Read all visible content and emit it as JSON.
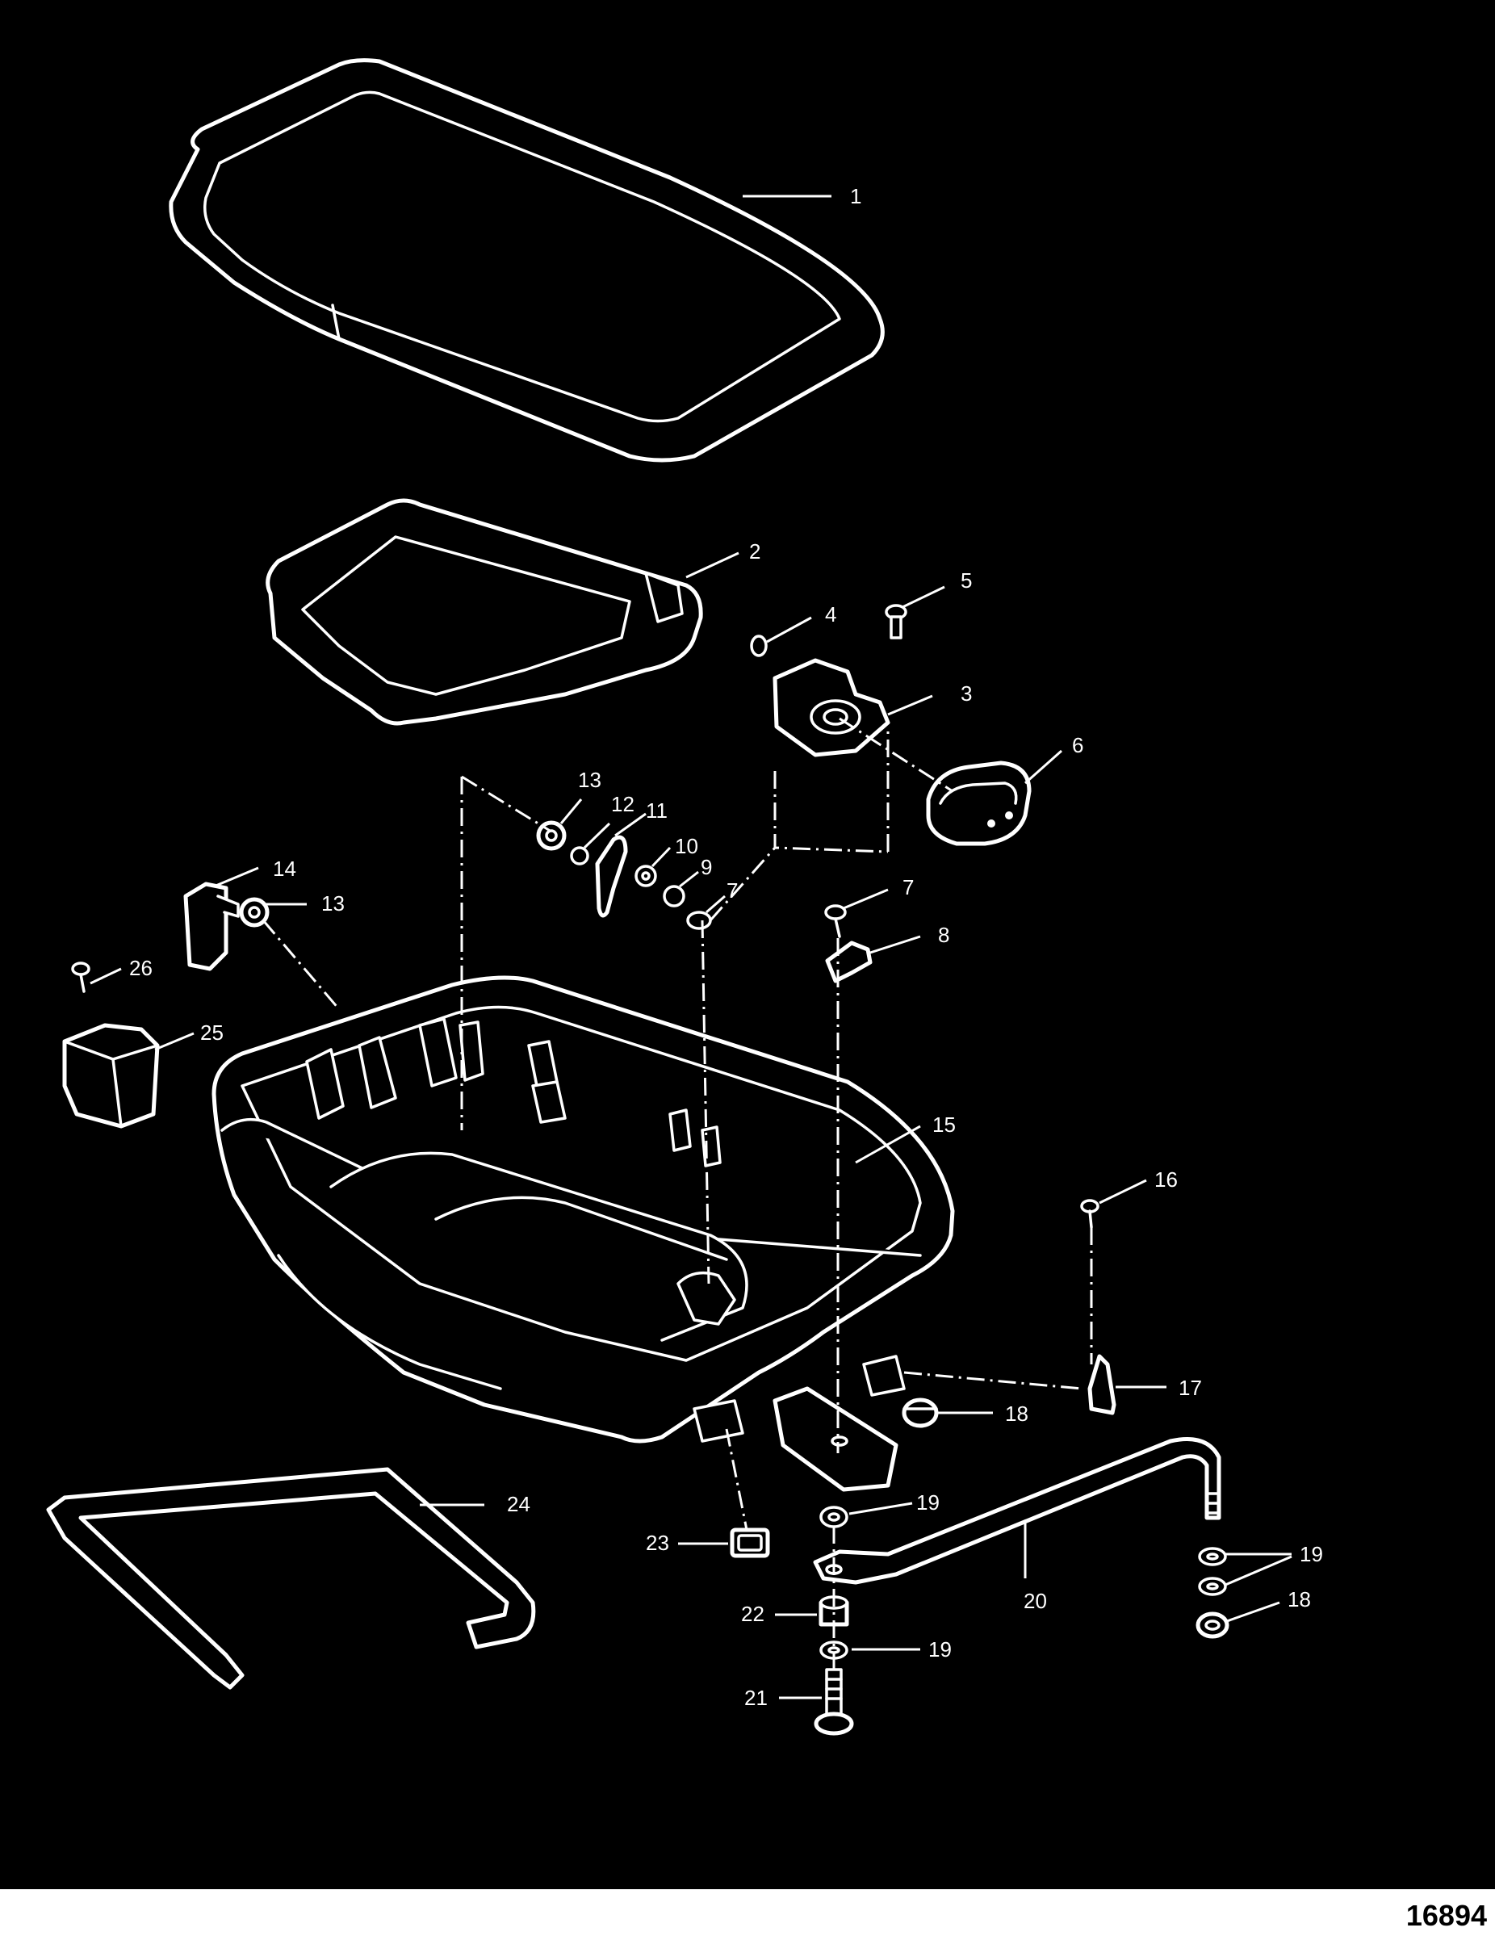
{
  "callouts": {
    "c1": "1",
    "c2": "2",
    "c3": "3",
    "c4": "4",
    "c5": "5",
    "c6": "6",
    "c7a": "7",
    "c7b": "7",
    "c8": "8",
    "c9": "9",
    "c10": "10",
    "c11": "11",
    "c12": "12",
    "c13a": "13",
    "c13b": "13",
    "c14": "14",
    "c15": "15",
    "c16": "16",
    "c17": "17",
    "c18a": "18",
    "c18b": "18",
    "c19a": "19",
    "c19b": "19",
    "c19c": "19",
    "c20": "20",
    "c21": "21",
    "c22": "22",
    "c23": "23",
    "c24": "24",
    "c25": "25",
    "c26": "26"
  },
  "figure_number": "16894",
  "colors": {
    "background": "#000000",
    "line": "#ffffff",
    "footer_band": "#ffffff"
  }
}
